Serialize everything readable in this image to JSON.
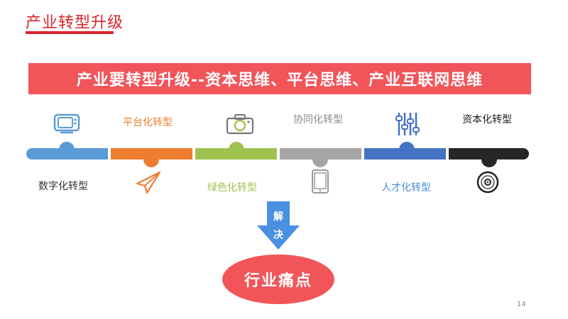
{
  "title": "产业转型升级",
  "banner": "产业要转型升级--资本思维、平台思维、产业互联网思维",
  "colors": {
    "title": "#d9242c",
    "banner": "#f1555a",
    "seg_blue": "#5b9bd5",
    "seg_orange": "#ed7d31",
    "seg_green": "#9fc24f",
    "seg_gray": "#a5a5a5",
    "seg_darkblue": "#4472c4",
    "seg_black": "#262626"
  },
  "stages": [
    {
      "label": "数字化转型",
      "icon": "tv-icon",
      "color": "#5b9bd5"
    },
    {
      "label": "平台化转型",
      "icon": "paper-plane-icon",
      "color": "#ed7d31"
    },
    {
      "label": "绿色化转型",
      "icon": "camera-icon",
      "color": "#9fc24f"
    },
    {
      "label": "协同化转型",
      "icon": "tablet-icon",
      "color": "#a5a5a5"
    },
    {
      "label": "人才化转型",
      "icon": "sliders-icon",
      "color": "#4472c4"
    },
    {
      "label": "资本化转型",
      "icon": "disc-icon",
      "color": "#262626"
    }
  ],
  "arrow_text": [
    "解",
    "决"
  ],
  "result": "行业痛点",
  "page_number": "14"
}
